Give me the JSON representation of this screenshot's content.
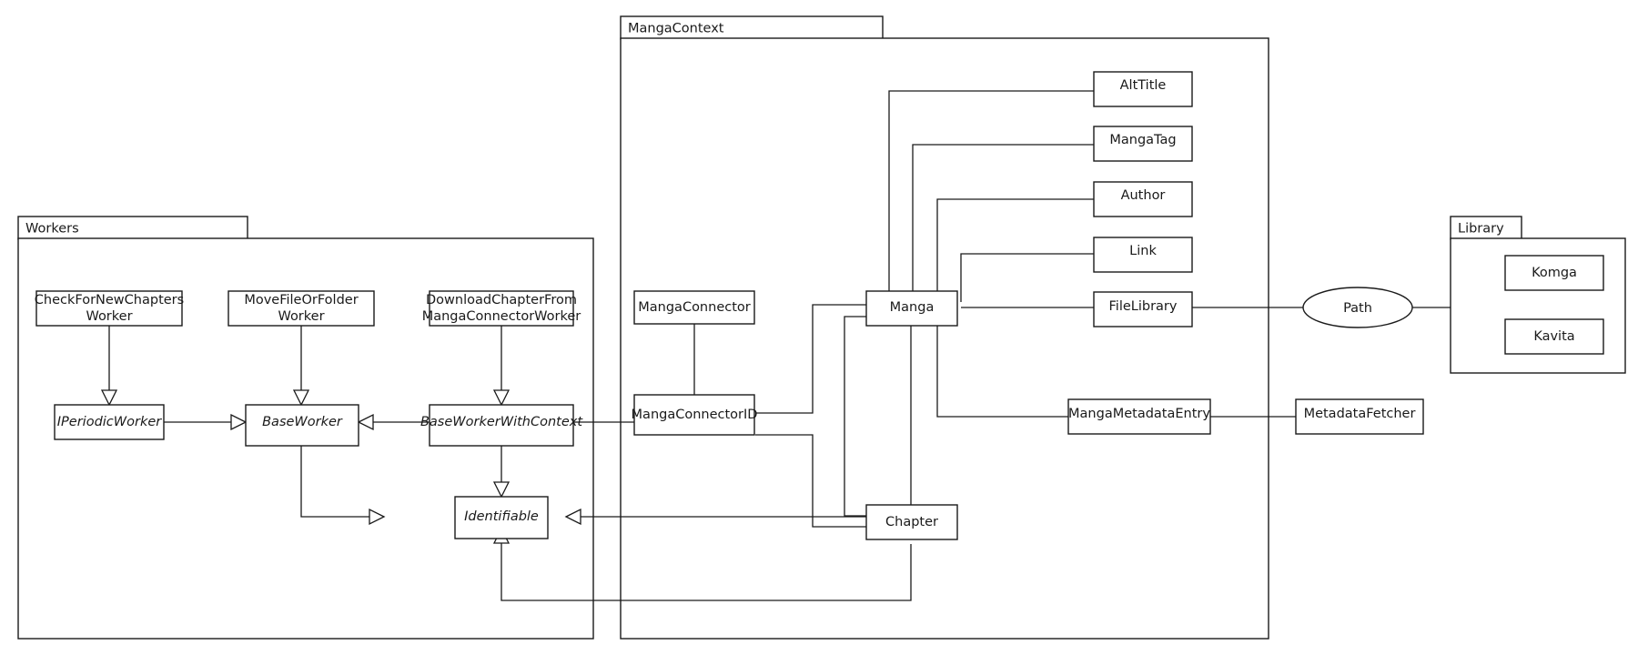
{
  "diagram": {
    "title": "Manga Downloader Architecture Class Diagram",
    "type": "uml-class-diagram",
    "background_color": "#ffffff",
    "line_color": "#1a1a1a",
    "node_fill": "#ffffff"
  },
  "packages": [
    {
      "id": "workers",
      "label": "Workers"
    },
    {
      "id": "mangacontext",
      "label": "MangaContext"
    },
    {
      "id": "library",
      "label": "Library"
    }
  ],
  "nodes": [
    {
      "id": "checkfornewchapters",
      "label": "CheckForNewChapters\nWorker",
      "line1": "CheckForNewChapters",
      "line2": "Worker",
      "abstract": false,
      "shape": "rect",
      "package": "workers"
    },
    {
      "id": "movefileorfolder",
      "label": "MoveFileOrFolder\nWorker",
      "line1": "MoveFileOrFolder",
      "line2": "Worker",
      "abstract": false,
      "shape": "rect",
      "package": "workers"
    },
    {
      "id": "downloadchapter",
      "label": "DownloadChapterFrom\nMangaConnectorWorker",
      "line1": "DownloadChapterFrom",
      "line2": "MangaConnectorWorker",
      "abstract": false,
      "shape": "rect",
      "package": "workers"
    },
    {
      "id": "iperiodicworker",
      "label": "IPeriodicWorker",
      "line1": "IPeriodicWorker",
      "line2": "",
      "abstract": true,
      "shape": "rect",
      "package": "workers"
    },
    {
      "id": "baseworker",
      "label": "BaseWorker",
      "line1": "BaseWorker",
      "line2": "",
      "abstract": true,
      "shape": "rect",
      "package": "workers"
    },
    {
      "id": "baseworkerwithcontext",
      "label": "BaseWorkerWithContext",
      "line1": "BaseWorkerWithContext",
      "line2": "",
      "abstract": true,
      "shape": "rect",
      "package": "workers"
    },
    {
      "id": "identifiable",
      "label": "Identifiable",
      "line1": "Identifiable",
      "line2": "",
      "abstract": true,
      "shape": "rect",
      "package": "workers"
    },
    {
      "id": "mangaconnector",
      "label": "MangaConnector",
      "line1": "MangaConnector",
      "line2": "",
      "abstract": false,
      "shape": "rect",
      "package": "mangacontext"
    },
    {
      "id": "mangaconnectorid",
      "label": "MangaConnectorID",
      "line1": "MangaConnectorID",
      "line2": "",
      "abstract": false,
      "shape": "rect",
      "package": "mangacontext"
    },
    {
      "id": "manga",
      "label": "Manga",
      "line1": "Manga",
      "line2": "",
      "abstract": false,
      "shape": "rect",
      "package": "mangacontext"
    },
    {
      "id": "chapter",
      "label": "Chapter",
      "line1": "Chapter",
      "line2": "",
      "abstract": false,
      "shape": "rect",
      "package": "mangacontext"
    },
    {
      "id": "alttitle",
      "label": "AltTitle",
      "line1": "AltTitle",
      "line2": "",
      "abstract": false,
      "shape": "rect",
      "package": "mangacontext"
    },
    {
      "id": "mangatag",
      "label": "MangaTag",
      "line1": "MangaTag",
      "line2": "",
      "abstract": false,
      "shape": "rect",
      "package": "mangacontext"
    },
    {
      "id": "author",
      "label": "Author",
      "line1": "Author",
      "line2": "",
      "abstract": false,
      "shape": "rect",
      "package": "mangacontext"
    },
    {
      "id": "link",
      "label": "Link",
      "line1": "Link",
      "line2": "",
      "abstract": false,
      "shape": "rect",
      "package": "mangacontext"
    },
    {
      "id": "filelibrary",
      "label": "FileLibrary",
      "line1": "FileLibrary",
      "line2": "",
      "abstract": false,
      "shape": "rect",
      "package": "mangacontext"
    },
    {
      "id": "mangametadataentry",
      "label": "MangaMetadataEntry",
      "line1": "MangaMetadataEntry",
      "line2": "",
      "abstract": false,
      "shape": "rect",
      "package": "mangacontext"
    },
    {
      "id": "metadatafetcher",
      "label": "MetadataFetcher",
      "line1": "MetadataFetcher",
      "line2": "",
      "abstract": false,
      "shape": "rect",
      "package": null
    },
    {
      "id": "path",
      "label": "Path",
      "line1": "Path",
      "line2": "",
      "abstract": false,
      "shape": "ellipse",
      "package": null
    },
    {
      "id": "komga",
      "label": "Komga",
      "line1": "Komga",
      "line2": "",
      "abstract": false,
      "shape": "rect",
      "package": "library"
    },
    {
      "id": "kavita",
      "label": "Kavita",
      "line1": "Kavita",
      "line2": "",
      "abstract": false,
      "shape": "rect",
      "package": "library"
    }
  ],
  "edges": [
    {
      "from": "checkfornewchapters",
      "to": "iperiodicworker",
      "kind": "generalization"
    },
    {
      "from": "movefileorfolder",
      "to": "baseworker",
      "kind": "generalization"
    },
    {
      "from": "downloadchapter",
      "to": "baseworkerwithcontext",
      "kind": "generalization"
    },
    {
      "from": "iperiodicworker",
      "to": "baseworker",
      "kind": "generalization"
    },
    {
      "from": "baseworkerwithcontext",
      "to": "baseworker",
      "kind": "generalization"
    },
    {
      "from": "baseworker",
      "to": "identifiable",
      "kind": "generalization"
    },
    {
      "from": "baseworkerwithcontext",
      "to": "identifiable",
      "kind": "generalization"
    },
    {
      "from": "manga",
      "to": "identifiable",
      "kind": "generalization"
    },
    {
      "from": "chapter",
      "to": "identifiable",
      "kind": "generalization"
    },
    {
      "from": "baseworkerwithcontext",
      "to": "mangaconnectorid",
      "kind": "association"
    },
    {
      "from": "mangaconnector",
      "to": "mangaconnectorid",
      "kind": "association"
    },
    {
      "from": "mangaconnectorid",
      "to": "manga",
      "kind": "association"
    },
    {
      "from": "mangaconnectorid",
      "to": "chapter",
      "kind": "association"
    },
    {
      "from": "manga",
      "to": "alttitle",
      "kind": "association"
    },
    {
      "from": "manga",
      "to": "mangatag",
      "kind": "association"
    },
    {
      "from": "manga",
      "to": "author",
      "kind": "association"
    },
    {
      "from": "manga",
      "to": "link",
      "kind": "association"
    },
    {
      "from": "manga",
      "to": "filelibrary",
      "kind": "association"
    },
    {
      "from": "manga",
      "to": "chapter",
      "kind": "association"
    },
    {
      "from": "manga",
      "to": "mangametadataentry",
      "kind": "association"
    },
    {
      "from": "filelibrary",
      "to": "path",
      "kind": "association"
    },
    {
      "from": "path",
      "to": "library",
      "kind": "association"
    },
    {
      "from": "mangametadataentry",
      "to": "metadatafetcher",
      "kind": "association"
    }
  ]
}
